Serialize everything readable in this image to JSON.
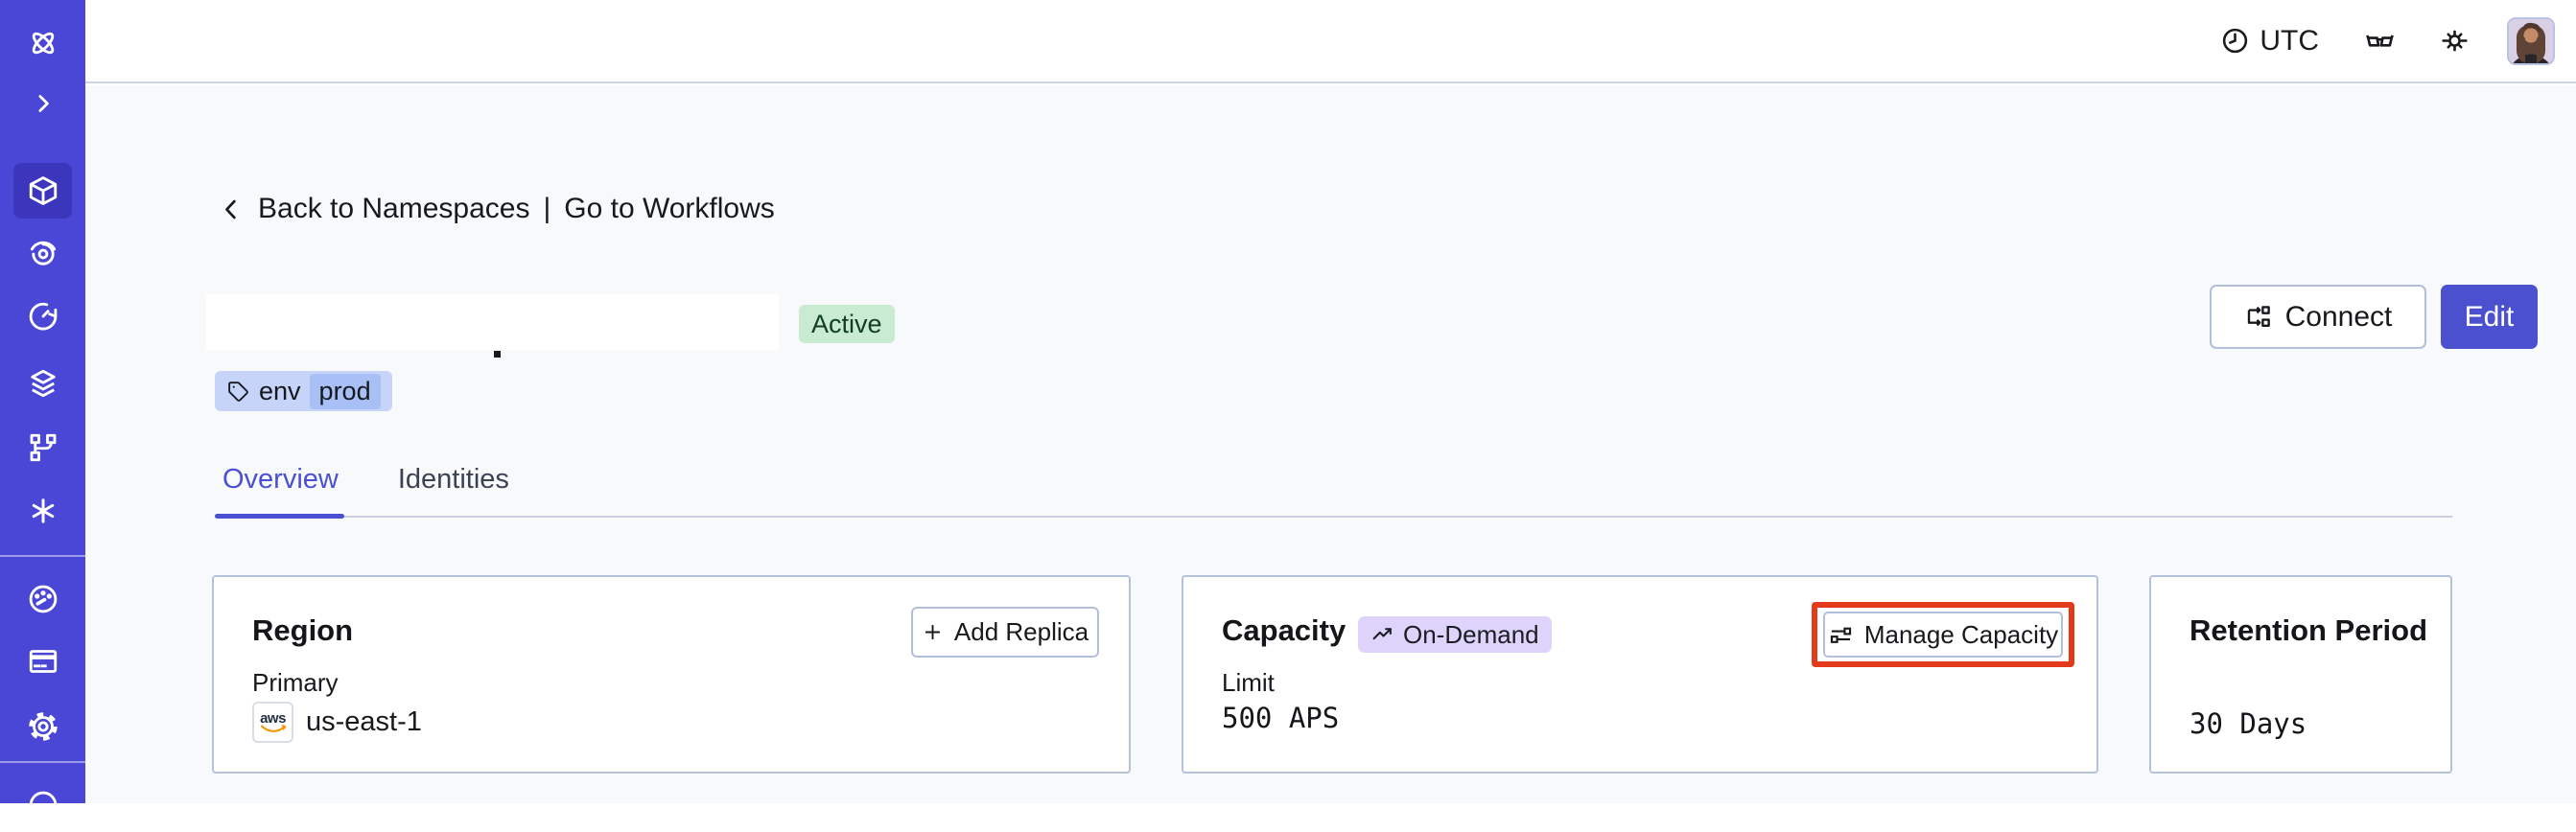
{
  "topbar": {
    "timezone_label": "UTC"
  },
  "sidebar": {
    "active_item": "namespaces",
    "items": [
      "temporal-logo",
      "expand",
      "namespaces",
      "workflows",
      "schedules",
      "deployments",
      "pipelines",
      "nexus",
      "usage",
      "billing",
      "settings",
      "account"
    ]
  },
  "breadcrumb": {
    "back_label": "Back to Namespaces",
    "separator": "|",
    "forward_label": "Go to Workflows"
  },
  "namespace": {
    "status_badge": "Active",
    "tag_key": "env",
    "tag_value": "prod"
  },
  "header_actions": {
    "connect_label": "Connect",
    "edit_label": "Edit"
  },
  "tabs": {
    "overview_label": "Overview",
    "identities_label": "Identities"
  },
  "cards": {
    "region": {
      "title": "Region",
      "add_replica_label": "Add Replica",
      "primary_label": "Primary",
      "provider": "aws",
      "region_value": "us-east-1"
    },
    "capacity": {
      "title": "Capacity",
      "badge_label": "On-Demand",
      "manage_label": "Manage Capacity",
      "limit_label": "Limit",
      "limit_value": "500 APS"
    },
    "retention": {
      "title": "Retention Period",
      "value": "30 Days"
    }
  },
  "colors": {
    "sidebar_bg": "#4a46d6",
    "primary": "#4a50ce",
    "status_active_bg": "#c8ebd2",
    "tag_bg": "#c6d4fa",
    "tag_inner_bg": "#a9c0f6",
    "ondemand_bg": "#ded3fa",
    "highlight_red": "#e23a1a",
    "page_bg": "#f8f9fb",
    "card_border": "#b6c2da"
  }
}
